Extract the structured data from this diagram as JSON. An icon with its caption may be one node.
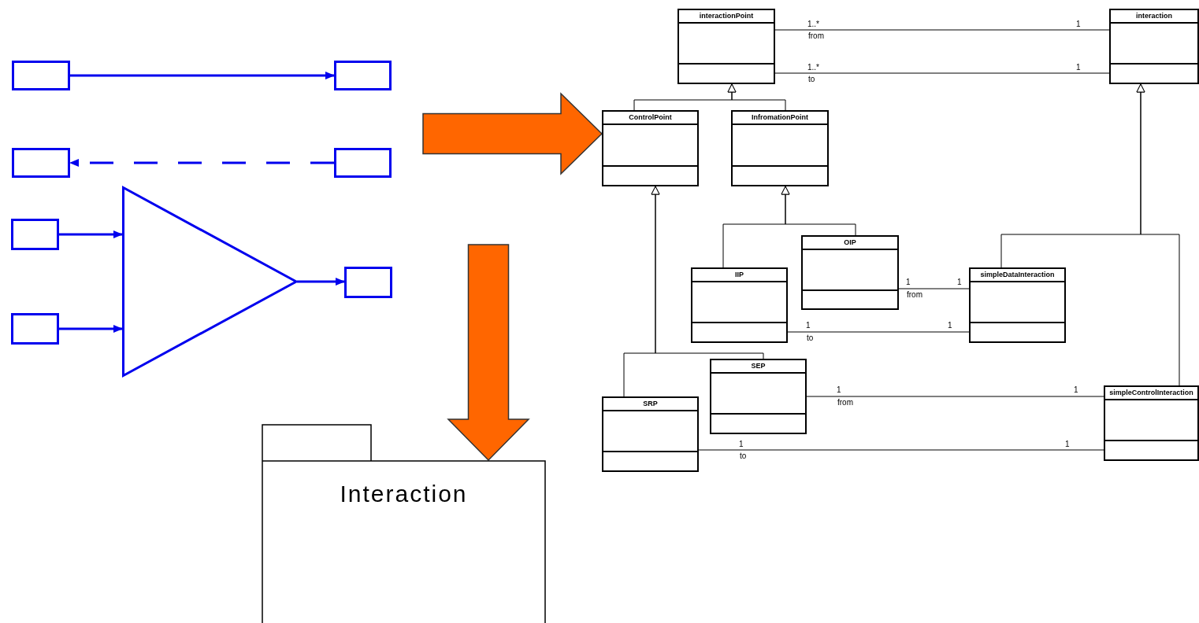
{
  "diagram": {
    "nodes": [
      {
        "text": [],
        "shape": "box"
      },
      {
        "text": [],
        "shape": "box"
      },
      {
        "text": [],
        "shape": "box"
      },
      {
        "text": [],
        "shape": "box"
      },
      {
        "text": [],
        "shape": "box"
      },
      {
        "text": [],
        "shape": "box"
      },
      {
        "text": [],
        "shape": "triangle"
      },
      {
        "text": [],
        "shape": "box"
      },
      {
        "text": [
          "Interaction"
        ]
      },
      {
        "text": [
          "interactionPoint"
        ]
      },
      {
        "text": [
          "interaction"
        ]
      },
      {
        "text": [
          "ControlPoint"
        ]
      },
      {
        "text": [
          "InfromationPoint"
        ]
      },
      {
        "text": [
          "IIP"
        ]
      },
      {
        "text": [
          "OIP"
        ]
      },
      {
        "text": [
          "simpleDataInteraction"
        ]
      },
      {
        "text": [
          "SRP"
        ]
      },
      {
        "text": [
          "SEP"
        ]
      },
      {
        "text": [
          "simpleControlInteraction"
        ]
      }
    ],
    "edges": [
      {
        "from": 0,
        "to": 1,
        "arrow": "to",
        "color": "#0000ee"
      },
      {
        "from": 3,
        "to": 2,
        "arrow": "to",
        "style": "dashed",
        "color": "#0000ee"
      },
      {
        "from": 4,
        "to": 6,
        "arrow": "to",
        "color": "#0000ee"
      },
      {
        "from": 5,
        "to": 6,
        "arrow": "to",
        "color": "#0000ee"
      },
      {
        "from": 6,
        "to": 7,
        "arrow": "to",
        "color": "#0000ee"
      },
      {
        "from": 9,
        "to": 10,
        "arrow": "none",
        "label": "from"
      },
      {
        "from": 9,
        "to": 10,
        "arrow": "none",
        "label": "to"
      },
      {
        "from": 14,
        "to": 15,
        "arrow": "none",
        "label": "from"
      },
      {
        "from": 13,
        "to": 15,
        "arrow": "none",
        "label": "to"
      },
      {
        "from": 17,
        "to": 18,
        "arrow": "none",
        "label": "from"
      },
      {
        "from": 16,
        "to": 18,
        "arrow": "none",
        "label": "to"
      },
      {
        "from": 11,
        "to": 9,
        "arrow": "to"
      },
      {
        "from": 12,
        "to": 9,
        "arrow": "to"
      },
      {
        "from": 13,
        "to": 12,
        "arrow": "to"
      },
      {
        "from": 14,
        "to": 12,
        "arrow": "to"
      },
      {
        "from": 16,
        "to": 11,
        "arrow": "to"
      },
      {
        "from": 17,
        "to": 11,
        "arrow": "to"
      },
      {
        "from": 15,
        "to": 10,
        "arrow": "to"
      },
      {
        "from": 18,
        "to": 10,
        "arrow": "to"
      },
      {
        "from": null,
        "to": 11,
        "arrow": "to",
        "style": "thick",
        "color": "#ff6600"
      },
      {
        "from": null,
        "to": 8,
        "arrow": "to",
        "style": "thick",
        "color": "#ff6600"
      }
    ],
    "labels": [
      "1..*",
      "1",
      "1..*",
      "1",
      "1",
      "1",
      "1",
      "1",
      "1",
      "1",
      "1",
      "1"
    ]
  }
}
